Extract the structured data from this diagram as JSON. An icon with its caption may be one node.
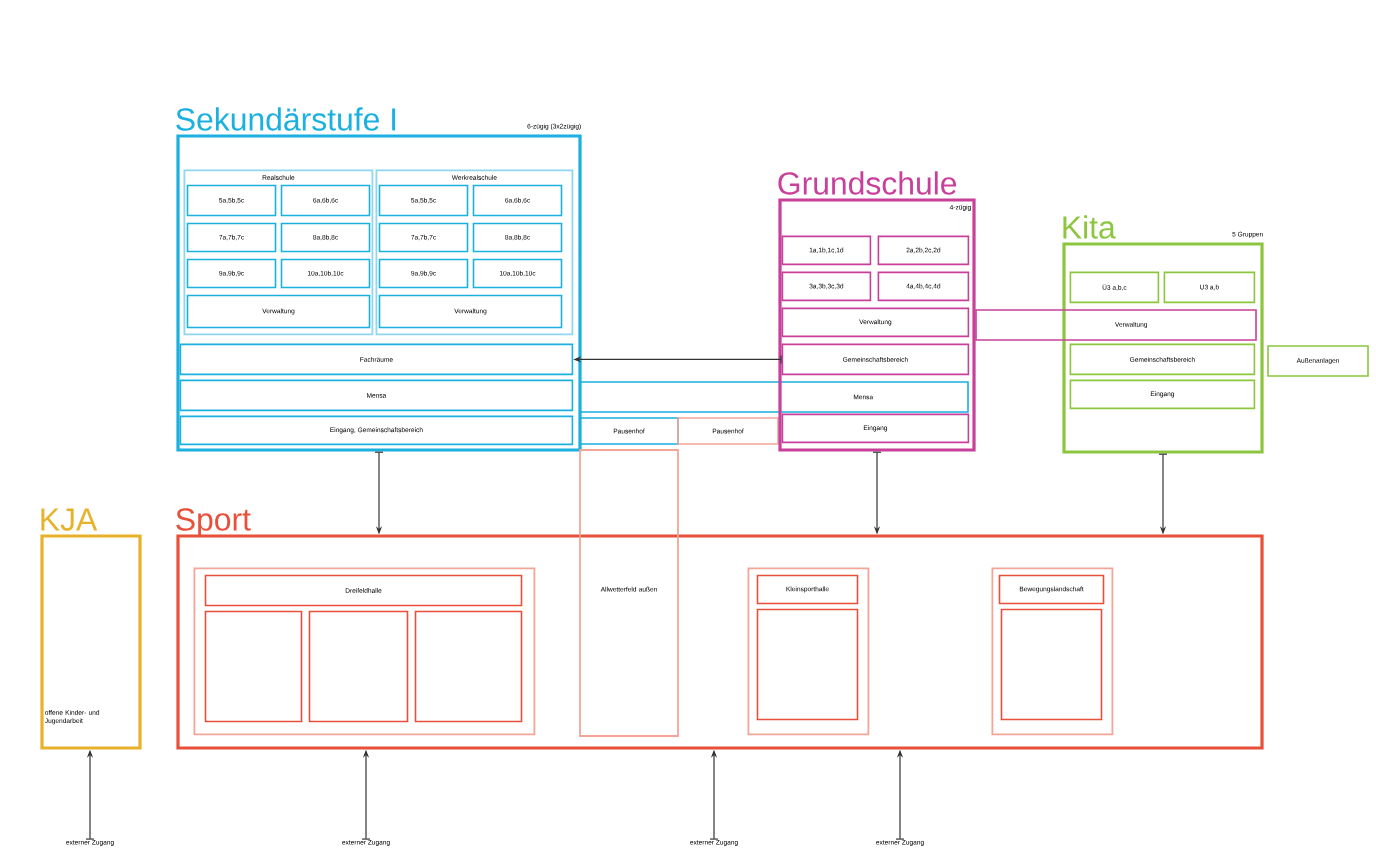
{
  "diagram": {
    "nodes": [
      {
        "text": [
          "Sekundärstufe I",
          "6-zügig (3x2zügig)"
        ]
      },
      {
        "text": [
          "Realschule"
        ],
        "in": 0
      },
      {
        "text": [
          "5a,5b,5c"
        ],
        "in": 1
      },
      {
        "text": [
          "6a,6b,6c"
        ],
        "in": 1
      },
      {
        "text": [
          "7a,7b,7c"
        ],
        "in": 1
      },
      {
        "text": [
          "8a,8b,8c"
        ],
        "in": 1
      },
      {
        "text": [
          "9a,9b,9c"
        ],
        "in": 1
      },
      {
        "text": [
          "10a,10b,10c"
        ],
        "in": 1
      },
      {
        "text": [
          "Verwaltung"
        ],
        "in": 1
      },
      {
        "text": [
          "Werkrealschule"
        ],
        "in": 0
      },
      {
        "text": [
          "5a,5b,5c"
        ],
        "in": 9
      },
      {
        "text": [
          "6a,6b,6c"
        ],
        "in": 9
      },
      {
        "text": [
          "7a,7b,7c"
        ],
        "in": 9
      },
      {
        "text": [
          "8a,8b,8c"
        ],
        "in": 9
      },
      {
        "text": [
          "9a,9b,9c"
        ],
        "in": 9
      },
      {
        "text": [
          "10a,10b,10c"
        ],
        "in": 9
      },
      {
        "text": [
          "Verwaltung"
        ],
        "in": 9
      },
      {
        "text": [
          "Fachräume"
        ],
        "in": 0
      },
      {
        "text": [
          "Mensa"
        ],
        "in": 0
      },
      {
        "text": [
          "Eingang, Gemeinschaftsbereich"
        ],
        "in": 0
      },
      {
        "text": [
          "Pausenhof"
        ]
      },
      {
        "text": [
          "Pausenhof"
        ]
      },
      {
        "text": [
          "Mensa"
        ]
      },
      {
        "text": [
          "Grundschule",
          "4-zügig"
        ]
      },
      {
        "text": [
          "1a,1b,1c,1d"
        ],
        "in": 23
      },
      {
        "text": [
          "2a,2b,2c,2d"
        ],
        "in": 23
      },
      {
        "text": [
          "3a,3b,3c,3d"
        ],
        "in": 23
      },
      {
        "text": [
          "4a,4b,4c,4d"
        ],
        "in": 23
      },
      {
        "text": [
          "Verwaltung"
        ],
        "in": 23
      },
      {
        "text": [
          "Gemeinschaftsbereich"
        ],
        "in": 23
      },
      {
        "text": [
          "Eingang"
        ],
        "in": 23
      },
      {
        "text": [
          "Kita",
          "5 Gruppen"
        ]
      },
      {
        "text": [
          "Ü3 a,b,c"
        ],
        "in": 31
      },
      {
        "text": [
          "U3 a,b"
        ],
        "in": 31
      },
      {
        "text": [
          "Verwaltung"
        ]
      },
      {
        "text": [
          "Gemeinschaftsbereich"
        ],
        "in": 31
      },
      {
        "text": [
          "Außenanlagen"
        ]
      },
      {
        "text": [
          "Eingang"
        ],
        "in": 31
      },
      {
        "text": [
          "KJA",
          "offene Kinder- und Jugendarbeit"
        ]
      },
      {
        "text": [
          "Sport"
        ]
      },
      {
        "text": [],
        "shape": "box",
        "in": 39
      },
      {
        "text": [
          "Dreifeldhalle"
        ],
        "in": 40
      },
      {
        "text": [],
        "shape": "box",
        "in": 40
      },
      {
        "text": [],
        "shape": "box",
        "in": 40
      },
      {
        "text": [],
        "shape": "box",
        "in": 40
      },
      {
        "text": [
          "Allwetterfeld außen"
        ]
      },
      {
        "text": [],
        "shape": "box",
        "in": 39
      },
      {
        "text": [
          "Kleinsporthalle"
        ],
        "in": 46
      },
      {
        "text": [],
        "shape": "box",
        "in": 46
      },
      {
        "text": [],
        "shape": "box",
        "in": 39
      },
      {
        "text": [
          "Bewegungslandschaft"
        ],
        "in": 49
      },
      {
        "text": [],
        "shape": "box",
        "in": 49
      },
      {
        "text": [
          "externer Zugang"
        ]
      },
      {
        "text": [
          "externer Zugang"
        ]
      },
      {
        "text": [
          "externer Zugang"
        ]
      },
      {
        "text": [
          "externer Zugang"
        ]
      }
    ],
    "edges": [
      {
        "from": 29,
        "to": 17,
        "arrow": "to"
      },
      {
        "from": 0,
        "to": 39,
        "arrow": "to"
      },
      {
        "from": 23,
        "to": 39,
        "arrow": "to"
      },
      {
        "from": 31,
        "to": 39,
        "arrow": "to"
      },
      {
        "from": 52,
        "to": 38,
        "arrow": "to"
      },
      {
        "from": 53,
        "to": 39,
        "arrow": "to"
      },
      {
        "from": 54,
        "to": 39,
        "arrow": "to"
      },
      {
        "from": 55,
        "to": 39,
        "arrow": "to"
      }
    ]
  }
}
